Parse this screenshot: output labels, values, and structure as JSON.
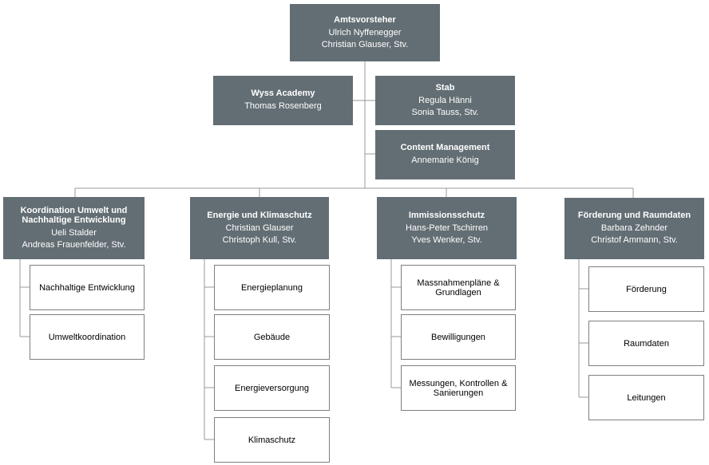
{
  "top": {
    "title": "Amtsvorsteher",
    "lines": [
      "Ulrich Nyffenegger",
      "Christian Glauser, Stv."
    ]
  },
  "staff": [
    {
      "title": "Wyss Academy",
      "lines": [
        "Thomas Rosenberg"
      ]
    },
    {
      "title": "Stab",
      "lines": [
        "Regula Hänni",
        "Sonia Tauss, Stv."
      ]
    },
    {
      "title": "Content Management",
      "lines": [
        "Annemarie König"
      ]
    }
  ],
  "departments": [
    {
      "title": "Koordination Umwelt und Nachhaltige Entwicklung",
      "lines": [
        "Ueli Stalder",
        "Andreas Frauenfelder, Stv."
      ],
      "units": [
        "Nachhaltige Entwicklung",
        "Umweltkoordination"
      ]
    },
    {
      "title": "Energie und Klimaschutz",
      "lines": [
        "Christian Glauser",
        "Christoph Kull, Stv."
      ],
      "units": [
        "Energieplanung",
        "Gebäude",
        "Energieversorgung",
        "Klimaschutz"
      ]
    },
    {
      "title": "Immissionsschutz",
      "lines": [
        "Hans-Peter Tschirren",
        "Yves Wenker, Stv."
      ],
      "units": [
        "Massnahmenpläne & Grundlagen",
        "Bewilligungen",
        "Messungen, Kontrollen & Sanierungen"
      ]
    },
    {
      "title": "Förderung und Raumdaten",
      "lines": [
        "Barbara Zehnder",
        "Christof Ammann, Stv."
      ],
      "units": [
        "Förderung",
        "Raumdaten",
        "Leitungen"
      ]
    }
  ]
}
